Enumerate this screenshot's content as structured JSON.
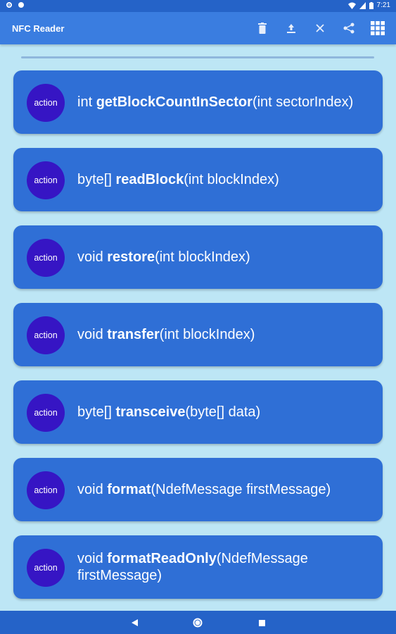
{
  "status_bar": {
    "time": "7:21",
    "wifi_icon": "wifi-icon",
    "signal_icon": "signal-icon",
    "battery_icon": "battery-icon"
  },
  "app_bar": {
    "title": "NFC Reader",
    "actions": [
      {
        "name": "delete-button",
        "icon": "trash-icon"
      },
      {
        "name": "upload-button",
        "icon": "upload-icon"
      },
      {
        "name": "close-button",
        "icon": "close-icon"
      },
      {
        "name": "share-button",
        "icon": "share-icon"
      },
      {
        "name": "grid-menu-button",
        "icon": "grid-icon"
      }
    ]
  },
  "methods": [
    {
      "badge": "action",
      "return_type": "int",
      "name": "getBlockCountInSector",
      "params": "(int sectorIndex)"
    },
    {
      "badge": "action",
      "return_type": "byte[]",
      "name": "readBlock",
      "params": "(int blockIndex)"
    },
    {
      "badge": "action",
      "return_type": "void",
      "name": "restore",
      "params": "(int blockIndex)"
    },
    {
      "badge": "action",
      "return_type": "void",
      "name": "transfer",
      "params": "(int blockIndex)"
    },
    {
      "badge": "action",
      "return_type": "byte[]",
      "name": "transceive",
      "params": "(byte[] data)"
    },
    {
      "badge": "action",
      "return_type": "void",
      "name": "format",
      "params": "(NdefMessage firstMessage)"
    },
    {
      "badge": "action",
      "return_type": "void",
      "name": "formatReadOnly",
      "params": "(NdefMessage firstMessage)"
    }
  ],
  "colors": {
    "app_bar": "#3a7de0",
    "status_bar": "#2563c8",
    "card": "#2f6fd6",
    "badge": "#3615c4",
    "background": "#bde6f5"
  }
}
